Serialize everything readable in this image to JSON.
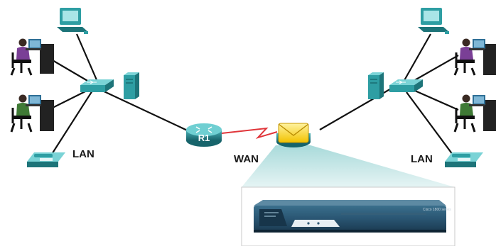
{
  "labels": {
    "lan_left": "LAN",
    "lan_right": "LAN",
    "wan": "WAN",
    "router": "R1"
  },
  "device_panel": {
    "model_text": "Cisco 1800 series"
  },
  "colors": {
    "device_teal": "#2e9ea3",
    "device_teal_dark": "#1d7479",
    "wan_link": "#e0353a",
    "cable": "#111111",
    "zoom_fill": "#c5e6e6",
    "router_chassis": "#2a5673"
  },
  "nodes": {
    "left_pc_icon": "desktop-computer-icon",
    "left_user_purple_icon": "user-workstation-icon",
    "left_user_green_icon": "user-workstation-icon",
    "left_phone_icon": "ip-phone-icon",
    "left_switch_icon": "switch-icon",
    "left_server_icon": "server-icon",
    "router_icon": "router-icon",
    "envelope_icon": "email-envelope-icon"
  }
}
